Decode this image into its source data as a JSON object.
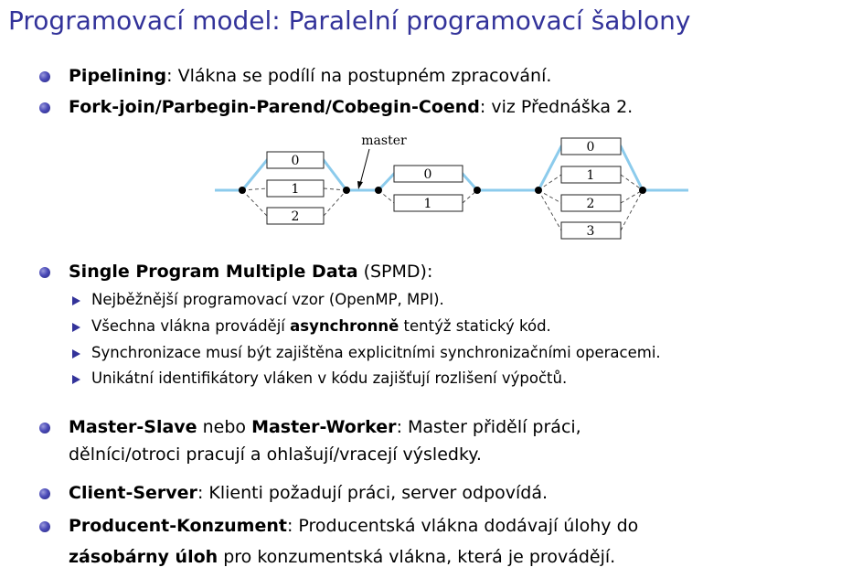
{
  "title": "Programovací model: Paralelní programovací šablony",
  "bullets": {
    "pipelining": {
      "bold": "Pipelining",
      "rest": ": Vlákna se podílí na postupném zpracování."
    },
    "forkjoin": {
      "bold": "Fork-join/Parbegin-Parend/Cobegin-Coend",
      "rest": ": viz Přednáška 2."
    },
    "spmd": {
      "bold": "Single Program Multiple Data",
      "rest": " (SPMD):"
    },
    "spmd_sub": {
      "s1": "Nejběžnější programovací vzor (OpenMP, MPI).",
      "s2_pre": "Všechna vlákna provádějí ",
      "s2_bold": "asynchronně",
      "s2_post": " tentýž statický kód.",
      "s3": "Synchronizace musí být zajištěna explicitními synchronizačními operacemi.",
      "s4": "Unikátní identifikátory vláken v kódu zajišťují rozlišení výpočtů."
    },
    "master": {
      "bold1": "Master-Slave",
      "mid": " nebo ",
      "bold2": "Master-Worker",
      "rest": ": Master přidělí práci,",
      "line2": "dělníci/otroci pracují a ohlašují/vracejí výsledky."
    },
    "client": {
      "bold": "Client-Server",
      "rest": ": Klienti požadují práci, server odpovídá."
    },
    "producer": {
      "bold": "Producent-Konzument",
      "rest": ": Producentská vlákna dodávají úlohy do",
      "line2_bold": "zásobárny úloh",
      "line2_rest": " pro konzumentská vlákna, která je provádějí."
    }
  },
  "diagram": {
    "master_label": "master",
    "group1": [
      "0",
      "1",
      "2"
    ],
    "group2": [
      "0",
      "1"
    ],
    "group3": [
      "0",
      "1",
      "2",
      "3"
    ]
  },
  "colors": {
    "title": "#33339a",
    "flow": "#8ccbec"
  }
}
